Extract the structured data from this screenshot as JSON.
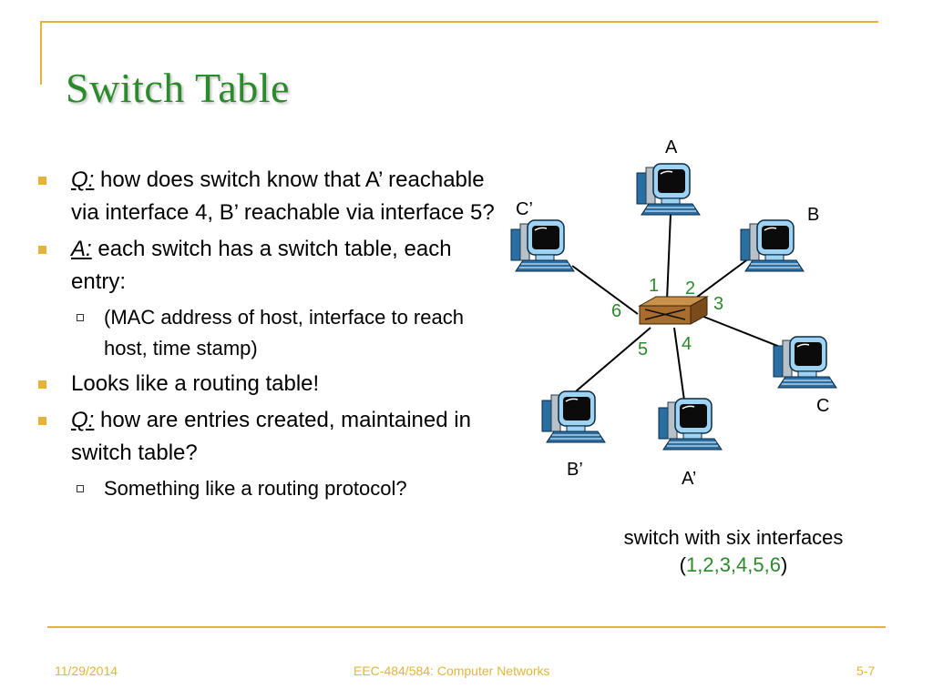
{
  "slide": {
    "title": "Switch Table",
    "bullets": [
      {
        "prefix": "Q:",
        "text": " how does switch know that A’ reachable via interface 4, B’ reachable via interface 5?"
      },
      {
        "prefix": "A:",
        "text": "  each switch has a switch table, each entry:"
      },
      {
        "sub": "(MAC address of host, interface to reach host, time stamp)"
      },
      {
        "text": "Looks like a routing table!"
      },
      {
        "prefix": "Q:",
        "text": " how are entries created, maintained in switch table?"
      },
      {
        "sub": "Something like a routing protocol?"
      }
    ]
  },
  "diagram": {
    "hosts": {
      "A": "A",
      "B": "B",
      "C": "C",
      "A_prime": "A’",
      "B_prime": "B’",
      "C_prime": "C’"
    },
    "ports": [
      "1",
      "2",
      "3",
      "4",
      "5",
      "6"
    ],
    "caption_line1": "switch with six interfaces",
    "caption_open": "(",
    "caption_ports": "1,2,3,4,5,6",
    "caption_close": ")"
  },
  "footer": {
    "date": "11/29/2014",
    "course": "EEC-484/584: Computer Networks",
    "page": "5-7"
  },
  "colors": {
    "accent": "#e2b53a",
    "title": "#2b8a2b",
    "ports": "#2b8a2b"
  }
}
